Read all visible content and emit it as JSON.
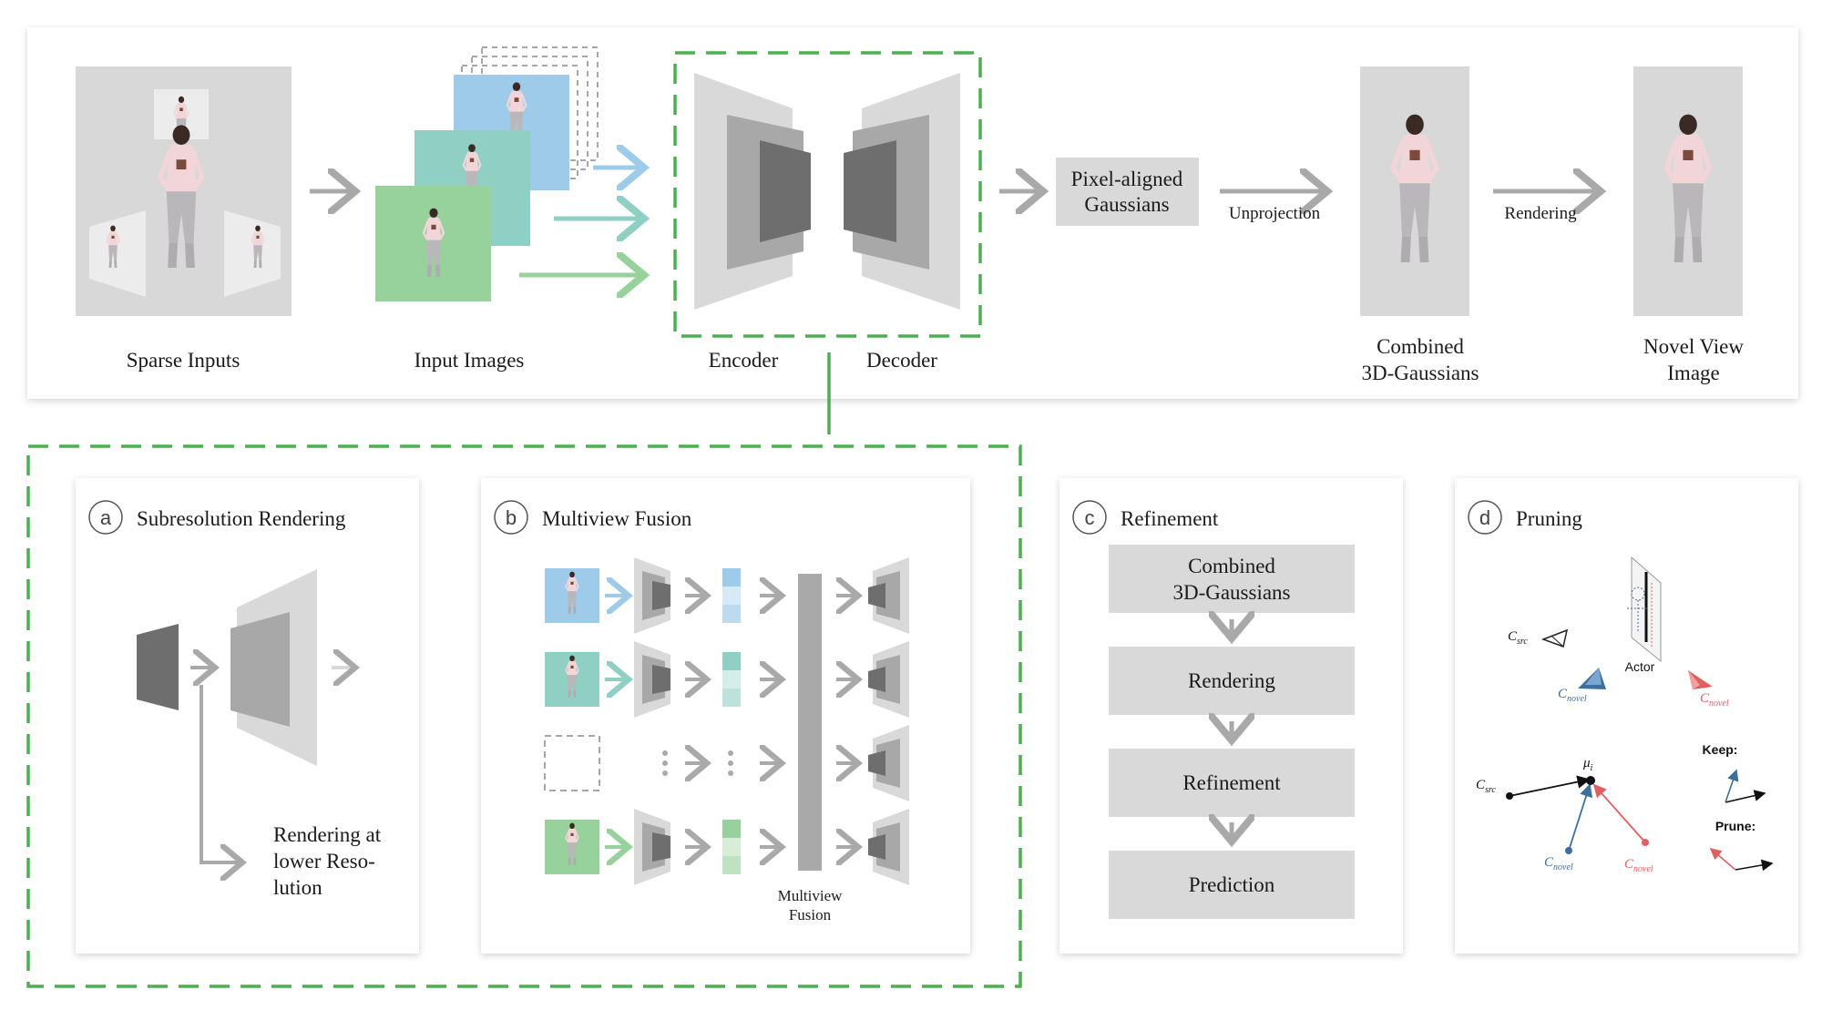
{
  "top": {
    "sparse_inputs": "Sparse Inputs",
    "input_images": "Input Images",
    "encoder": "Encoder",
    "decoder": "Decoder",
    "pixel_aligned": [
      "Pixel-aligned",
      "Gaussians"
    ],
    "unprojection": "Unprojection",
    "rendering": "Rendering",
    "combined": [
      "Combined",
      "3D-Gaussians"
    ],
    "novel_view": [
      "Novel View",
      "Image"
    ]
  },
  "panel_a": {
    "letter": "a",
    "title": "Subresolution Rendering",
    "note": [
      "Rendering at",
      "lower Reso-",
      "lution"
    ]
  },
  "panel_b": {
    "letter": "b",
    "title": "Multiview Fusion",
    "fusion_label": [
      "Multiview",
      "Fusion"
    ]
  },
  "panel_c": {
    "letter": "c",
    "title": "Refinement",
    "steps": [
      [
        "Combined",
        "3D-Gaussians"
      ],
      [
        "Rendering"
      ],
      [
        "Refinement"
      ],
      [
        "Prediction"
      ]
    ]
  },
  "panel_d": {
    "letter": "d",
    "title": "Pruning",
    "csrc": "C",
    "csrc_sub": "src",
    "cnovel": "C",
    "cnovel_sub": "novel",
    "actor": "Actor",
    "mu": "μ",
    "mu_sub": "i",
    "keep": "Keep:",
    "prune": "Prune:"
  },
  "colors": {
    "green_dash": "#4caf50",
    "blue": "#9fcbeb",
    "teal": "#8fcfc4",
    "green": "#97d19b",
    "gray_box": "#d9d9d9",
    "red": "#e06060",
    "cam_blue": "#3d6f9e"
  }
}
